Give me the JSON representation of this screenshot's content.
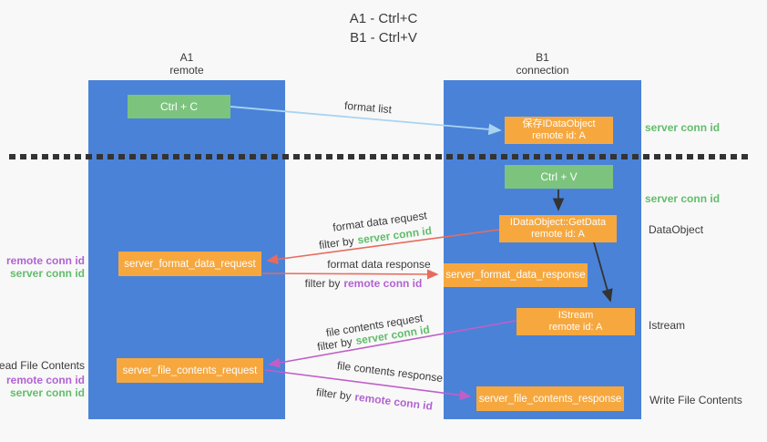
{
  "title": {
    "line1": "A1 - Ctrl+C",
    "line2": "B1 - Ctrl+V"
  },
  "lanes": {
    "left": {
      "name": "A1",
      "subtitle": "remote"
    },
    "right": {
      "name": "B1",
      "subtitle": "connection"
    }
  },
  "nodes": {
    "ctrl_c": "Ctrl + C",
    "ctrl_v": "Ctrl + V",
    "save_idataobject": {
      "line1": "保存IDataObject",
      "line2": "remote id: A"
    },
    "idataobject_getdata": {
      "line1": "IDataObject::GetData",
      "line2": "remote id: A"
    },
    "istream": {
      "line1": "IStream",
      "line2": "remote id: A"
    },
    "server_format_data_request": "server_format_data_request",
    "server_format_data_response": "server_format_data_response",
    "server_file_contents_request": "server_file_contents_request",
    "server_file_contents_response": "server_file_contents_response"
  },
  "edge_labels": {
    "format_list": "format list",
    "format_data_request": "format data request",
    "format_data_response": "format data response",
    "file_contents_request": "file contents request",
    "file_contents_response": "file contents response",
    "filter_by": "filter by",
    "server_conn_id": "server conn id",
    "remote_conn_id": "remote conn id"
  },
  "side_labels": {
    "server_conn_id_top": "server conn id",
    "server_conn_id_mid": "server conn id",
    "dataobject": "DataObject",
    "istream": "Istream",
    "write_file_contents": "Write File Contents",
    "read_file_contents": "Read File Contents",
    "remote_conn_id_format": "remote conn id",
    "server_conn_id_format": "server conn id",
    "remote_conn_id_file": "remote conn id",
    "server_conn_id_file": "server conn id"
  },
  "colors": {
    "lane_blue": "#4a82d8",
    "box_green": "#7cc47e",
    "box_orange": "#f6a83f",
    "arrow_light_blue": "#a9d4f1",
    "arrow_red": "#e86b5e",
    "arrow_magenta": "#c05fc8",
    "arrow_black": "#333333",
    "text_green": "#62bd6b",
    "text_purple": "#b163d2",
    "text_dark": "#3b3b3b"
  }
}
